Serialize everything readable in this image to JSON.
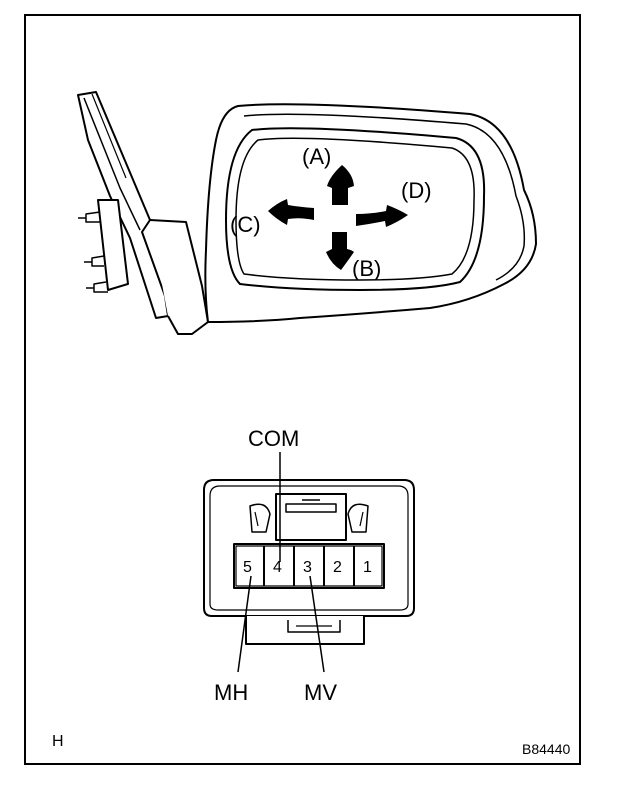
{
  "mirror": {
    "directions": {
      "up": "(A)",
      "down": "(B)",
      "left": "(C)",
      "right": "(D)"
    }
  },
  "connector": {
    "pins": [
      "5",
      "4",
      "3",
      "2",
      "1"
    ],
    "labels": {
      "com": "COM",
      "mh": "MH",
      "mv": "MV"
    }
  },
  "footer": {
    "corner_letter": "H",
    "figure_code": "B84440"
  }
}
